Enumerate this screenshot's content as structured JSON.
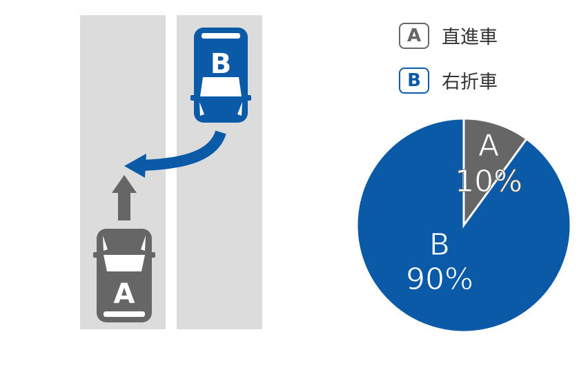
{
  "legend": [
    {
      "key": "A",
      "label": "直進車",
      "color": "#666666"
    },
    {
      "key": "B",
      "label": "右折車",
      "color": "#0a5aa8"
    }
  ],
  "cars": {
    "a_label": "A",
    "b_label": "B"
  },
  "chart_data": {
    "type": "pie",
    "slices": [
      {
        "label": "A",
        "value": 10,
        "value_text": "10%",
        "color": "#666666"
      },
      {
        "label": "B",
        "value": 90,
        "value_text": "90%",
        "color": "#0a5aa8"
      }
    ]
  },
  "icons": {
    "arrow_straight": "straight-arrow-icon",
    "arrow_turn": "right-turn-arrow-icon"
  }
}
